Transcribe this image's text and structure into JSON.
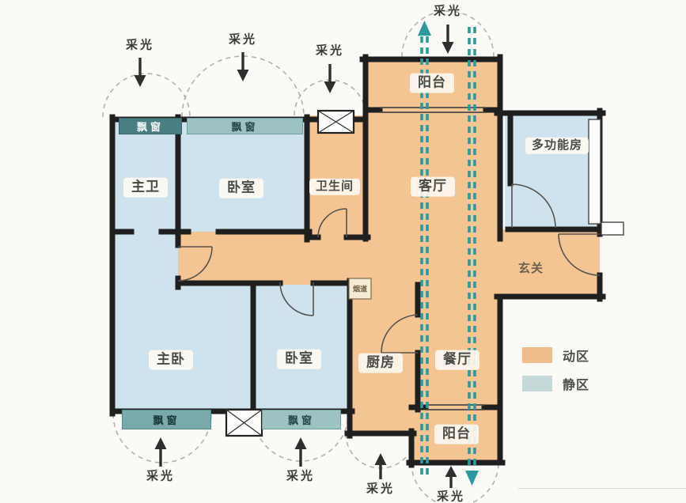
{
  "colors": {
    "active_zone": "#f4c492",
    "quiet_zone": "#cfe3ee",
    "flow": "#2a9aa1",
    "wall": "#1f1f1f"
  },
  "rooms": {
    "master_bath": "主卫",
    "bedroom_top": "卧室",
    "bathroom": "卫生间",
    "living_room": "客厅",
    "balcony_top": "阳台",
    "multi_function": "多功能房",
    "entry": "玄关",
    "master_bedroom": "主卧",
    "bedroom_bottom": "卧室",
    "kitchen": "厨房",
    "dining_room": "餐厅",
    "balcony_bottom": "阳台",
    "flue": "烟道"
  },
  "bay_window_label": "飘窗",
  "daylight_label": "采光",
  "legend": {
    "items": [
      {
        "label": "动区",
        "color": "#f0bd8c"
      },
      {
        "label": "静区",
        "color": "#c6d9d9"
      }
    ]
  }
}
